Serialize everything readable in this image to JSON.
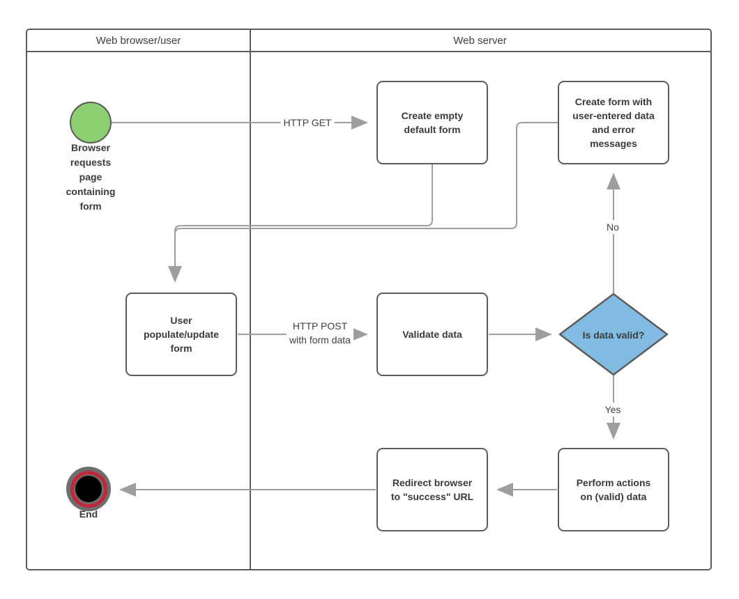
{
  "lanes": [
    {
      "label": "Web browser/user"
    },
    {
      "label": "Web server"
    }
  ],
  "nodes": {
    "start": {
      "label": "Browser\nrequests\npage\ncontaining\nform"
    },
    "create_empty_form": {
      "label": "Create empty\ndefault form"
    },
    "create_error_form": {
      "label": "Create form with\nuser-entered data\nand error\nmessages"
    },
    "user_populate_form": {
      "label": "User\npopulate/update\nform"
    },
    "validate_data": {
      "label": "Validate data"
    },
    "decision_is_valid": {
      "label": "Is data valid?"
    },
    "perform_actions": {
      "label": "Perform actions\non (valid) data"
    },
    "redirect_browser": {
      "label": "Redirect browser\nto \"success\" URL"
    },
    "end": {
      "label": "End"
    }
  },
  "edges": {
    "http_get": {
      "label": "HTTP GET"
    },
    "http_post": {
      "label": "HTTP POST\nwith form data"
    },
    "no_branch": {
      "label": "No"
    },
    "yes_branch": {
      "label": "Yes"
    }
  },
  "colors": {
    "start_fill": "#8DCE73",
    "decision_fill": "#82BBE2",
    "end_red": "#C1293A",
    "end_gray": "#6E6E6E",
    "connector": "#9E9E9E",
    "shape_border": "#5B5B5B"
  }
}
